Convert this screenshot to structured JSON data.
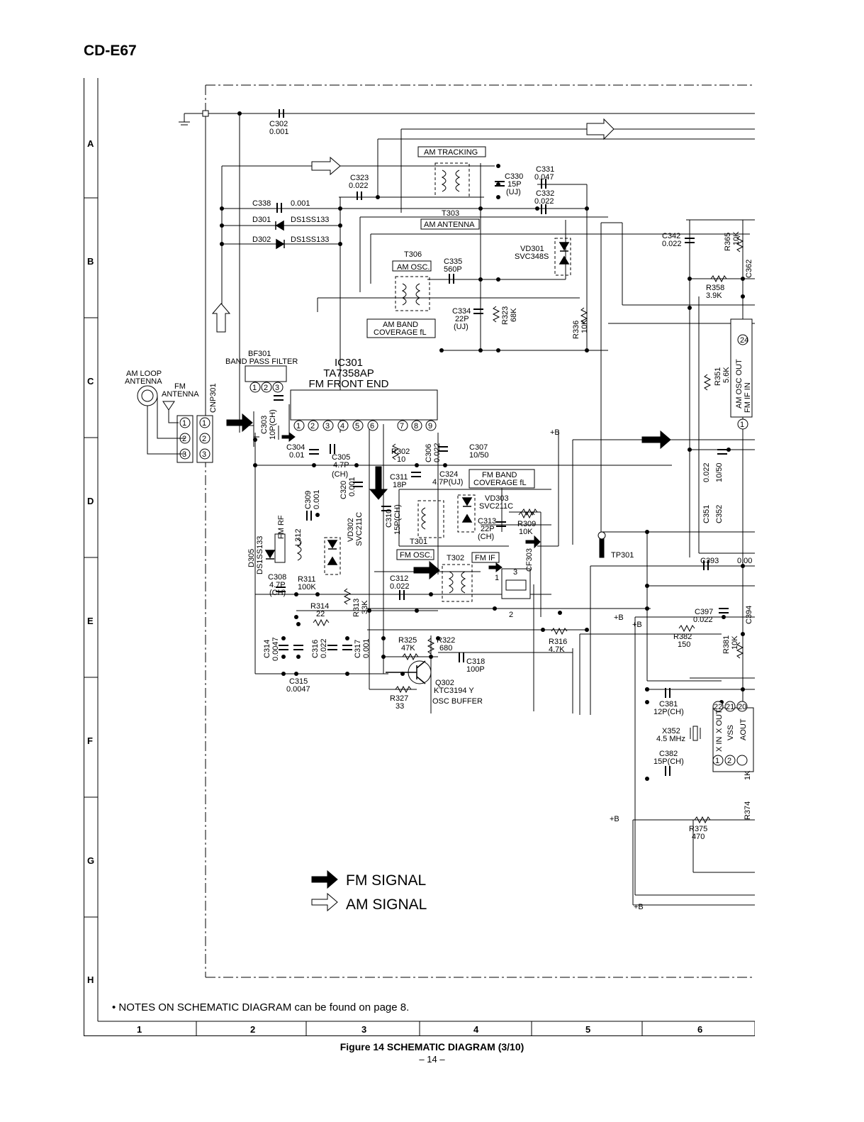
{
  "model": "CD-E67",
  "row_labels": [
    "A",
    "B",
    "C",
    "D",
    "E",
    "F",
    "G",
    "H"
  ],
  "col_labels": [
    "1",
    "2",
    "3",
    "4",
    "5",
    "6"
  ],
  "notes": "• NOTES ON SCHEMATIC DIAGRAM can be found on page 8.",
  "figure_caption": "Figure 14 SCHEMATIC DIAGRAM (3/10)",
  "page_number": "– 14 –",
  "ic": {
    "ref": "IC301",
    "part": "TA7358AP",
    "desc": "FM  FRONT END"
  },
  "legend": {
    "fm": "FM SIGNAL",
    "am": "AM SIGNAL"
  },
  "labels": {
    "c302": "C302",
    "c302v": "0.001",
    "am_tracking": "AM TRACKING",
    "c323": "C323",
    "c323v": "0.022",
    "c330": "C330",
    "c330v": "15P",
    "c330n": "(UJ)",
    "c331": "C331",
    "c331v": "0.047",
    "c332": "C332",
    "c332v": "0.022",
    "c338": "C338",
    "c338v": "0.001",
    "d301": "D301",
    "d301v": "DS1SS133",
    "d302": "D302",
    "d302v": "DS1SS133",
    "t303": "T303",
    "am_antenna": "AM ANTENNA",
    "c342": "C342",
    "c342v": "0.022",
    "r365": "R365",
    "r365v": "10K",
    "c362": "C362",
    "vd301": "VD301",
    "vd301v": "SVC348S",
    "t306": "T306",
    "am_osc": "AM OSC.",
    "c335": "C335",
    "c335v": "560P",
    "r358": "R358",
    "r358v": "3.9K",
    "c334": "C334",
    "c334v": "22P",
    "c334n": "(UJ)",
    "r323": "R323",
    "r323v": "68K",
    "r336": "R336",
    "r336v": "10K",
    "am_band1": "AM BAND",
    "am_band2": "COVERAGE fL",
    "bf301": "BF301",
    "bpf": "BAND PASS FILTER",
    "am_loop1": "AM LOOP",
    "am_loop2": "ANTENNA",
    "fm_ant1": "FM",
    "fm_ant2": "ANTENNA",
    "cnp301": "CNP301",
    "c303": "C303",
    "c303v": "10P(CH)",
    "p1": "1",
    "p2": "2",
    "p3": "3",
    "p4": "4",
    "p5": "5",
    "p6": "6",
    "p7": "7",
    "p8": "8",
    "p9": "9",
    "p20": "20",
    "p21": "21",
    "p22": "22",
    "p24": "24",
    "c304": "C304",
    "c304v": "0.01",
    "c305": "C305",
    "c305v": "4.7P",
    "c305n": "(CH)",
    "r302": "R302",
    "r302v": "10",
    "c306": "C306",
    "c306v": "0.022",
    "c307": "C307",
    "c307v": "10/50",
    "pb": "+B",
    "c311": "C311",
    "c311v": "18P",
    "c324": "C324",
    "c324v": "4.7P(UJ)",
    "fm_band1": "FM BAND",
    "fm_band2": "COVERAGE fL",
    "c320": "C320",
    "c320v": "0.001",
    "c309": "C309",
    "c309v": "0.001",
    "vd303": "VD303",
    "vd303v": "SVC211C",
    "c310": "C310",
    "c310v": "15P(CH)",
    "c313": "C313",
    "c313v": "22P",
    "c313n": "(CH)",
    "r309": "R309",
    "r309v": "10K",
    "fm_rf": "FM RF",
    "l312": "L312",
    "vd302": "VD302",
    "vd302v": "SVC211C",
    "t301": "T301",
    "fm_osc": "FM OSC.",
    "t302": "T302",
    "fm_if": "FM IF",
    "cf303": "CF303",
    "tp301": "TP301",
    "c393": "C393",
    "c393v": "0.00",
    "d305": "D305",
    "d305v": "DS1SS133",
    "c308": "C308",
    "c308v": "4.7P",
    "c308n": "(CH)",
    "r311": "R311",
    "r311v": "100K",
    "c312": "C312",
    "c312v": "0.022",
    "r314": "R314",
    "r314v": "22",
    "r313": "R313",
    "r313v": "33K",
    "c397": "C397",
    "c397v": "0.022",
    "c394": "C394",
    "r382": "R382",
    "r382v": "150",
    "r381": "R381",
    "r381v": "10K",
    "c314": "C314",
    "c314v": "0.0047",
    "c316": "C316",
    "c316v": "0.022",
    "c317": "C317",
    "c317v": "0.001",
    "r325": "R325",
    "r325v": "47K",
    "r322": "R322",
    "r322v": "680",
    "c318": "C318",
    "c318v": "100P",
    "r316": "R316",
    "r316v": "4.7K",
    "c315": "C315",
    "c315v": "0.0047",
    "q302": "Q302",
    "q302v": "KTC3194 Y",
    "q302n": "OSC BUFFER",
    "r327": "R327",
    "r327v": "33",
    "c381": "C381",
    "c381v": "12P(CH)",
    "x352": "X352",
    "x352v": "4.5 MHz",
    "c382": "C382",
    "c382v": "15P(CH)",
    "vss": "VSS",
    "aout": "AOUT",
    "xout": "X OUT",
    "xin": "X IN",
    "r374": "R374",
    "k1": "1K",
    "r375": "R375",
    "r375v": "470",
    "c351": "C351",
    "c351v": "0.022",
    "c352": "C352",
    "c352v": "10/50",
    "r351": "R351",
    "r351v": "5.6K",
    "am_osc_out": "AM OSC OUT",
    "fm_if_in": "FM IF IN",
    "n2": "2",
    "n3": "3",
    "n1": "1"
  }
}
